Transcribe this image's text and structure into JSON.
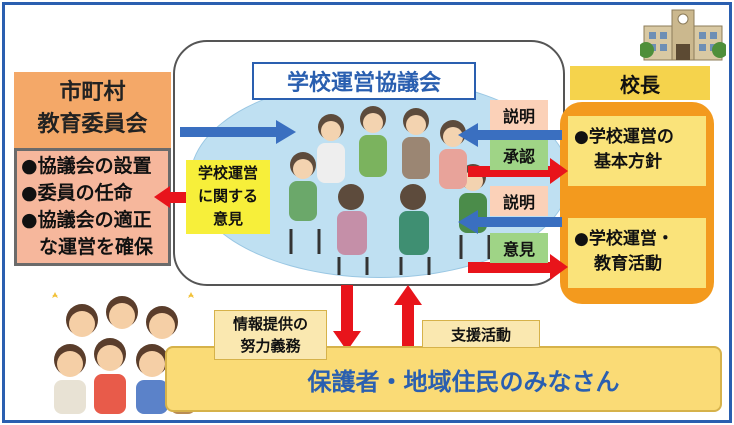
{
  "council": {
    "title": "学校運営協議会"
  },
  "municipality": {
    "line1": "市町村",
    "line2": "教育委員会"
  },
  "duties": [
    "●協議会の設置",
    "●委員の任命",
    "●協議会の適正",
    "な運営を確保"
  ],
  "principal": {
    "label": "校長"
  },
  "policy": {
    "line1": "●学校運営の",
    "line2": "基本方針"
  },
  "activity": {
    "line1": "●学校運営・",
    "line2": "教育活動"
  },
  "arrow_labels": {
    "explain_1": "説明",
    "approve": "承認",
    "explain_2": "説明",
    "opinion_to_principal": "意見"
  },
  "opinion_box": {
    "line1": "学校運営",
    "line2": "に関する",
    "line3": "意見"
  },
  "info": {
    "line1": "情報提供の",
    "line2": "努力義務"
  },
  "support": {
    "label": "支援活動"
  },
  "community": {
    "label": "保護者・地域住民のみなさん"
  },
  "colors": {
    "blue_arrow": "#3a6fc0",
    "red_arrow": "#e8141b",
    "orange_panel": "#f39a1e",
    "yellow_box": "#fae37a",
    "title_blue": "#2a5fb0"
  }
}
